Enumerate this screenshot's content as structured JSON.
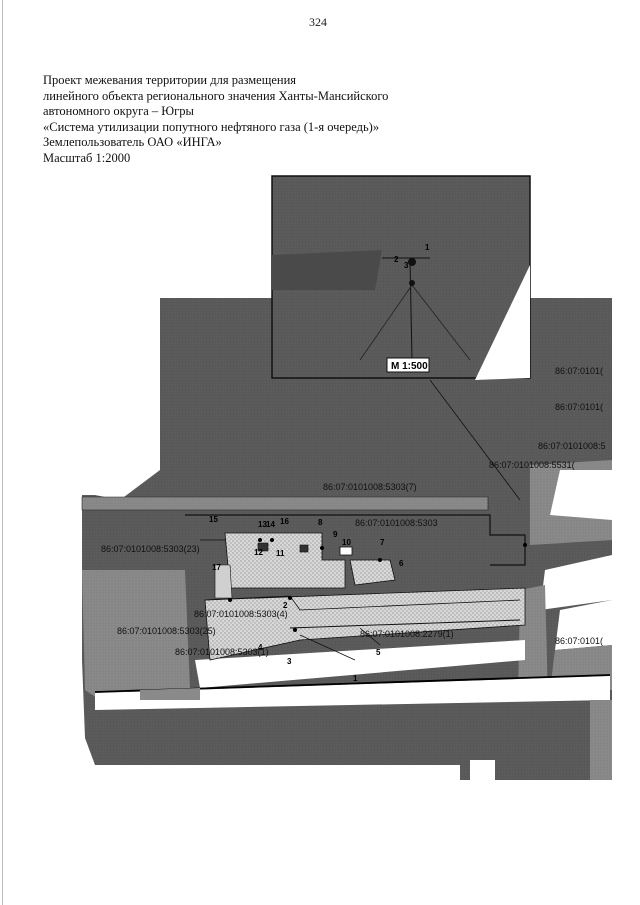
{
  "page_number": "324",
  "header": {
    "lines": [
      "Проект межевания территории для размещения",
      "линейного объекта регионального значения Ханты-Мансийского",
      "автономного округа – Югры",
      "«Система утилизации попутного нефтяного газа    (1-я очередь)»",
      "Землепользователь ОАО «ИНГА»",
      "Масштаб 1:2000"
    ]
  },
  "map": {
    "inset_scale": "М 1:500",
    "parcel_labels": [
      "86:07:0101008:5303(7)",
      "86:07:0101008:5303(23)",
      "86:07:0101008:5303(4)",
      "86:07:0101008:5303(25)",
      "86:07:0101008:5303(1)",
      "86:07:0101008:5303",
      "86:07:0101008:2279(1)",
      "86:07:0101008:5531(",
      "86:07:0101008:5",
      "86:07:0101(",
      "86:07:0101(",
      "86:07:0101("
    ],
    "point_numbers": [
      "1",
      "2",
      "3",
      "4",
      "5",
      "6",
      "7",
      "8",
      "9",
      "10",
      "11",
      "12",
      "13",
      "14",
      "15",
      "16",
      "17"
    ]
  }
}
